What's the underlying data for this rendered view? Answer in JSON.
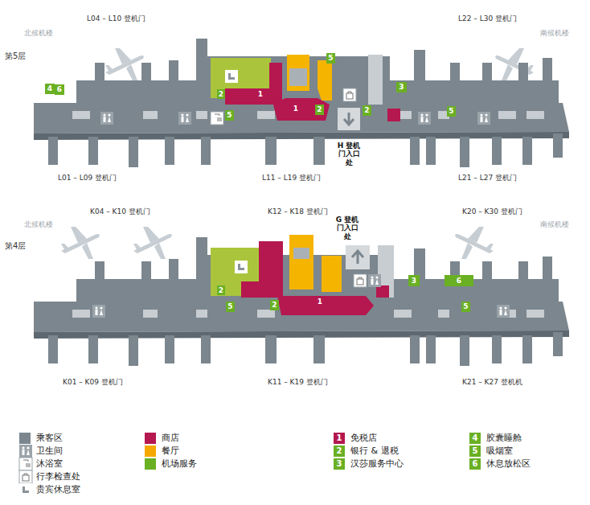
{
  "diagram": {
    "nodes": [
      {
        "text": [
          "4"
        ]
      },
      {
        "text": [
          "6"
        ]
      },
      {
        "text": [
          "2"
        ]
      },
      {
        "text": [
          "1"
        ]
      },
      {
        "text": [
          "5"
        ]
      },
      {
        "text": [
          "1"
        ]
      },
      {
        "text": [
          "2"
        ]
      },
      {
        "text": [
          "2"
        ]
      },
      {
        "text": [
          "3"
        ]
      },
      {
        "text": [
          "5"
        ]
      },
      {
        "text": [
          "5"
        ]
      },
      {
        "text": [
          "2"
        ]
      },
      {
        "text": [
          "5"
        ]
      },
      {
        "text": [
          "2"
        ]
      },
      {
        "text": [
          "1"
        ]
      },
      {
        "text": [
          "3"
        ]
      },
      {
        "text": [
          "6"
        ]
      },
      {
        "text": [
          "5"
        ]
      }
    ],
    "labels": [
      "第5层",
      "北候机楼",
      "L04 – L10 登机门",
      "L22 – L30 登机门",
      "南候机楼",
      "H 登机 门入口 处",
      "L01 – L09 登机门",
      "L11 – L19 登机门",
      "L21 – L27 登机门",
      "K04 – K10 登机门",
      "K12 – K18 登机门",
      "K20 – K30 登机门",
      "G 登机 门入口 处",
      "第4层",
      "北候机楼",
      "南候机楼",
      "K01 – K09 登机门",
      "K11 – K19 登机门",
      "K21 – K27 登机机",
      "1",
      "2",
      "3",
      "4",
      "5",
      "6"
    ],
    "legend": [
      {
        "text": "乘客区",
        "color": "#7b868e"
      },
      {
        "text": "卫生间"
      },
      {
        "text": "沐浴室"
      },
      {
        "text": "行李检查处"
      },
      {
        "text": "贵宾休息室"
      },
      {
        "text": "商店",
        "color": "#b5174f"
      },
      {
        "text": "餐厅",
        "color": "#f5a800"
      },
      {
        "text": "机场服务",
        "color": "#6ab023"
      },
      {
        "text": "免税店",
        "color": "#b5174f"
      },
      {
        "text": "银行 & 退税",
        "color": "#6ab023"
      },
      {
        "text": "汉莎服务中心",
        "color": "#6ab023"
      },
      {
        "text": "胶囊睡舱",
        "color": "#6ab023"
      },
      {
        "text": "吸烟室",
        "color": "#6ab023"
      },
      {
        "text": "休息放松区",
        "color": "#6ab023"
      }
    ]
  }
}
